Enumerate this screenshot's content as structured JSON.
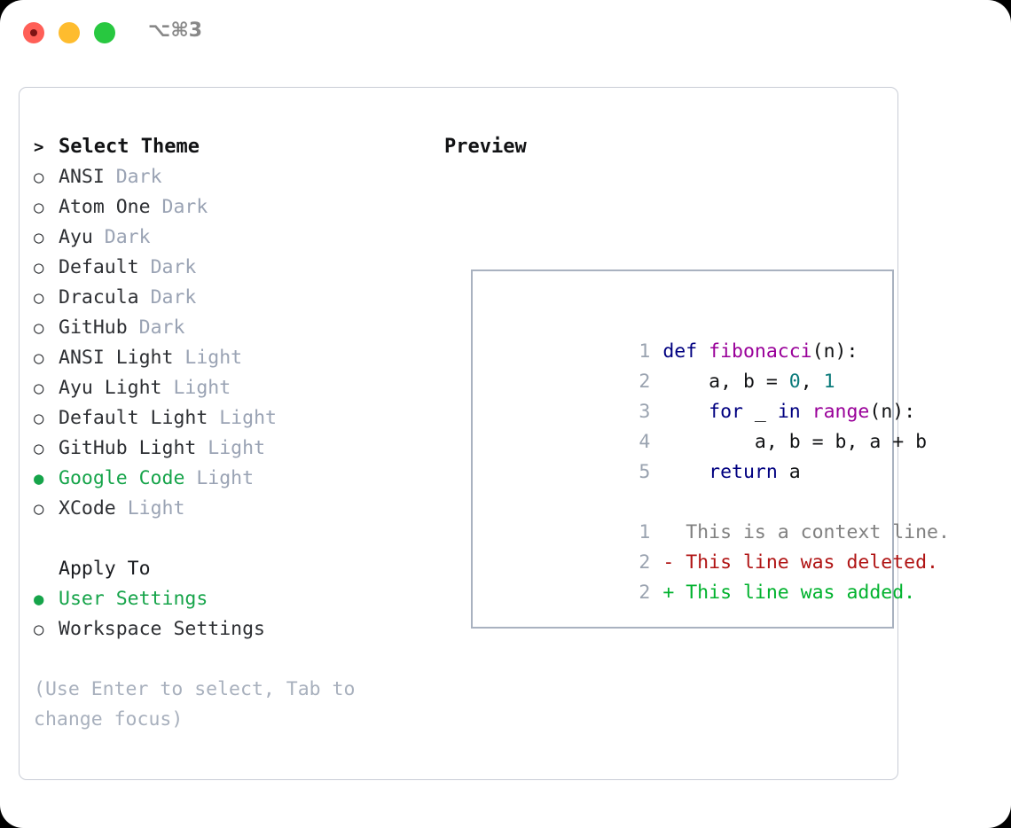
{
  "window": {
    "shortcut": "⌥⌘3",
    "traffic_lights": [
      "close-red",
      "minimize-yellow",
      "maximize-green"
    ]
  },
  "theme_picker": {
    "header_marker": ">",
    "header_label": "Select Theme",
    "marker_selected": "●",
    "marker_unselected": "○",
    "accent_color": "#16a44a",
    "items": [
      {
        "marker": "○",
        "name": "ANSI",
        "tag": "Dark",
        "selected": false
      },
      {
        "marker": "○",
        "name": "Atom One",
        "tag": "Dark",
        "selected": false
      },
      {
        "marker": "○",
        "name": "Ayu",
        "tag": "Dark",
        "selected": false
      },
      {
        "marker": "○",
        "name": "Default",
        "tag": "Dark",
        "selected": false
      },
      {
        "marker": "○",
        "name": "Dracula",
        "tag": "Dark",
        "selected": false
      },
      {
        "marker": "○",
        "name": "GitHub",
        "tag": "Dark",
        "selected": false
      },
      {
        "marker": "○",
        "name": "ANSI Light",
        "tag": "Light",
        "selected": false
      },
      {
        "marker": "○",
        "name": "Ayu Light",
        "tag": "Light",
        "selected": false
      },
      {
        "marker": "○",
        "name": "Default Light",
        "tag": "Light",
        "selected": false
      },
      {
        "marker": "○",
        "name": "GitHub Light",
        "tag": "Light",
        "selected": false
      },
      {
        "marker": "●",
        "name": "Google Code",
        "tag": "Light",
        "selected": true
      },
      {
        "marker": "○",
        "name": "XCode",
        "tag": "Light",
        "selected": false
      }
    ]
  },
  "apply_to": {
    "header_label": "Apply To",
    "items": [
      {
        "marker": "●",
        "name": "User Settings",
        "selected": true
      },
      {
        "marker": "○",
        "name": "Workspace Settings",
        "selected": false
      }
    ]
  },
  "hint": "(Use Enter to select, Tab to change focus)",
  "preview": {
    "title": "Preview",
    "code_lines": [
      {
        "no": "1",
        "tokens": [
          {
            "t": "def ",
            "c": "kw"
          },
          {
            "t": "fibonacci",
            "c": "fn"
          },
          {
            "t": "(n):",
            "c": "plain"
          }
        ]
      },
      {
        "no": "2",
        "tokens": [
          {
            "t": "    a, b = ",
            "c": "plain"
          },
          {
            "t": "0",
            "c": "num"
          },
          {
            "t": ", ",
            "c": "plain"
          },
          {
            "t": "1",
            "c": "num"
          }
        ]
      },
      {
        "no": "3",
        "tokens": [
          {
            "t": "    ",
            "c": "plain"
          },
          {
            "t": "for",
            "c": "kw"
          },
          {
            "t": " _ ",
            "c": "plain"
          },
          {
            "t": "in",
            "c": "kw"
          },
          {
            "t": " ",
            "c": "plain"
          },
          {
            "t": "range",
            "c": "fn"
          },
          {
            "t": "(n):",
            "c": "plain"
          }
        ]
      },
      {
        "no": "4",
        "tokens": [
          {
            "t": "        a, b = b, a + b",
            "c": "plain"
          }
        ]
      },
      {
        "no": "5",
        "tokens": [
          {
            "t": "    ",
            "c": "plain"
          },
          {
            "t": "return",
            "c": "kw"
          },
          {
            "t": " a",
            "c": "plain"
          }
        ]
      }
    ],
    "diff_lines": [
      {
        "no": "1",
        "text": "  This is a context line.",
        "kind": "ctx"
      },
      {
        "no": "2",
        "text": "- This line was deleted.",
        "kind": "del"
      },
      {
        "no": "2",
        "text": "+ This line was added.",
        "kind": "add"
      }
    ],
    "colors": {
      "keyword": "#000080",
      "function": "#990099",
      "number": "#0b7b7b",
      "plain": "#111214",
      "line_number": "#9aa3b0",
      "context": "#808080",
      "deleted": "#b01414",
      "added": "#00b22d",
      "border": "#a9b2c0"
    }
  }
}
